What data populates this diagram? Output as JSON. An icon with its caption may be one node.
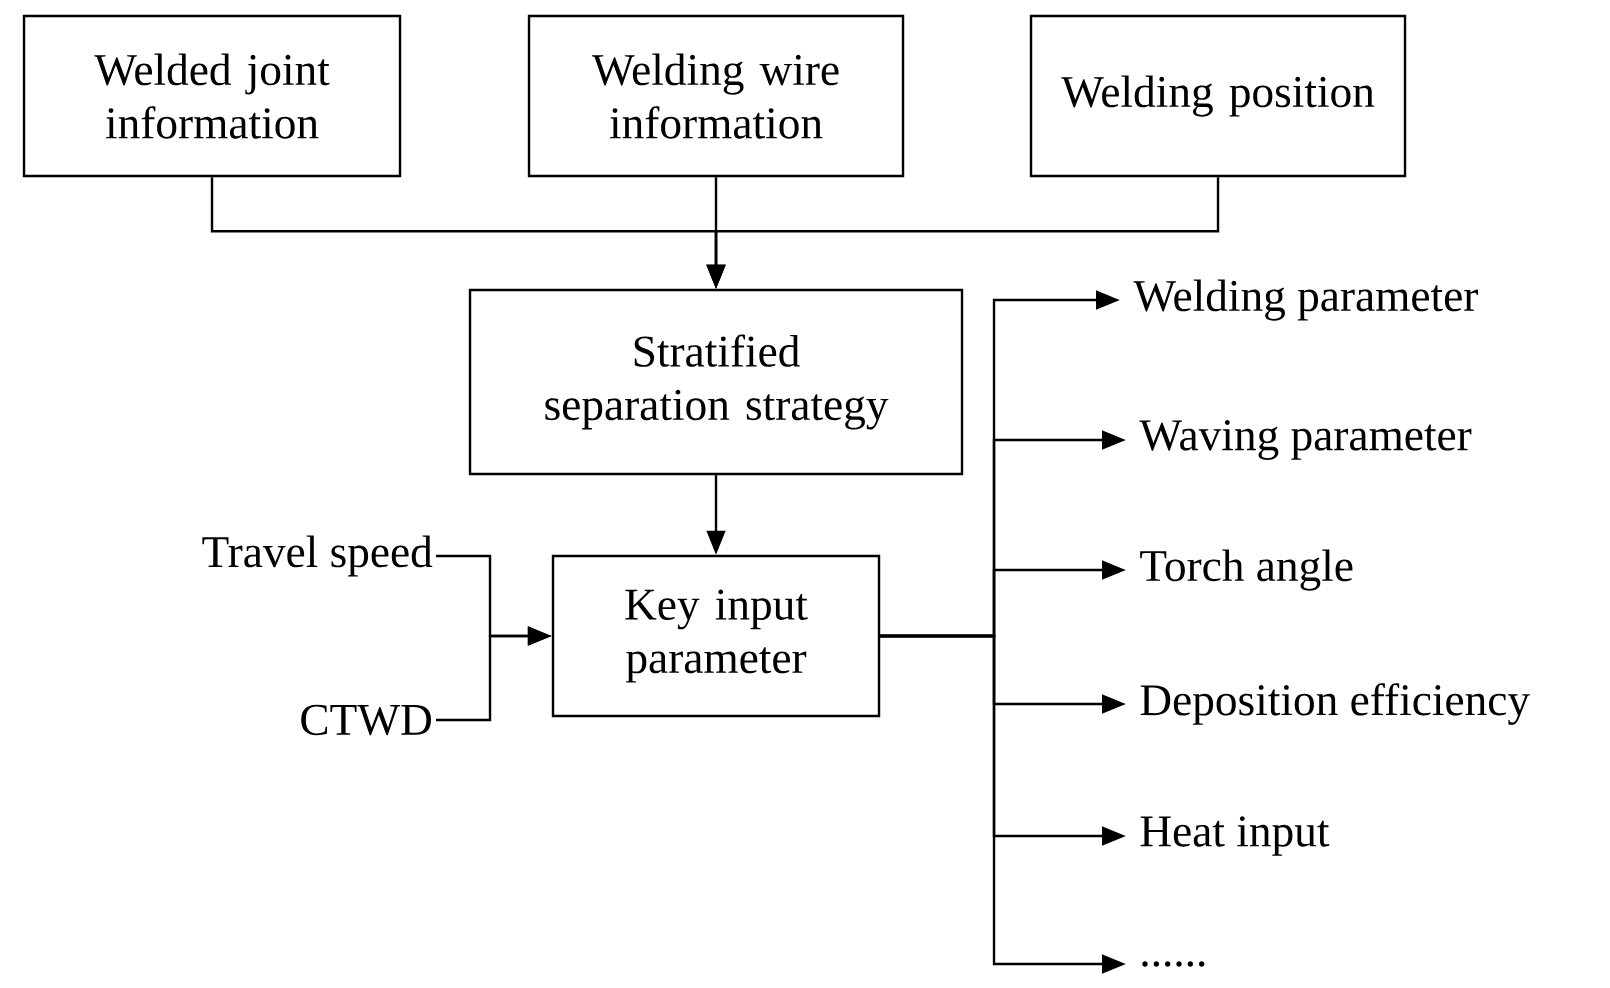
{
  "diagram": {
    "nodes": [
      {
        "text": [
          "Welded joint information"
        ]
      },
      {
        "text": [
          "Welding wire information"
        ]
      },
      {
        "text": [
          "Welding position"
        ]
      },
      {
        "text": [
          "Stratified separation strategy"
        ]
      },
      {
        "text": [
          "Key input parameter"
        ]
      },
      {
        "text": [
          "Travel speed"
        ]
      },
      {
        "text": [
          "CTWD"
        ]
      },
      {
        "text": [
          "Welding parameter"
        ]
      },
      {
        "text": [
          "Waving parameter"
        ]
      },
      {
        "text": [
          "Torch angle"
        ]
      },
      {
        "text": [
          "Deposition efficiency"
        ]
      },
      {
        "text": [
          "Heat input"
        ]
      },
      {
        "text": [
          "......"
        ]
      }
    ],
    "edges": [
      {
        "from": 0,
        "to": 3,
        "arrow": "to"
      },
      {
        "from": 1,
        "to": 3,
        "arrow": "to"
      },
      {
        "from": 2,
        "to": 3,
        "arrow": "to"
      },
      {
        "from": 3,
        "to": 4,
        "arrow": "to"
      },
      {
        "from": 5,
        "to": 4,
        "arrow": "to"
      },
      {
        "from": 6,
        "to": 4,
        "arrow": "to"
      },
      {
        "from": 4,
        "to": 7,
        "arrow": "to"
      },
      {
        "from": 4,
        "to": 8,
        "arrow": "to"
      },
      {
        "from": 4,
        "to": 9,
        "arrow": "to"
      },
      {
        "from": 4,
        "to": 10,
        "arrow": "to"
      },
      {
        "from": 4,
        "to": 11,
        "arrow": "to"
      },
      {
        "from": 4,
        "to": 12,
        "arrow": "to"
      }
    ]
  }
}
